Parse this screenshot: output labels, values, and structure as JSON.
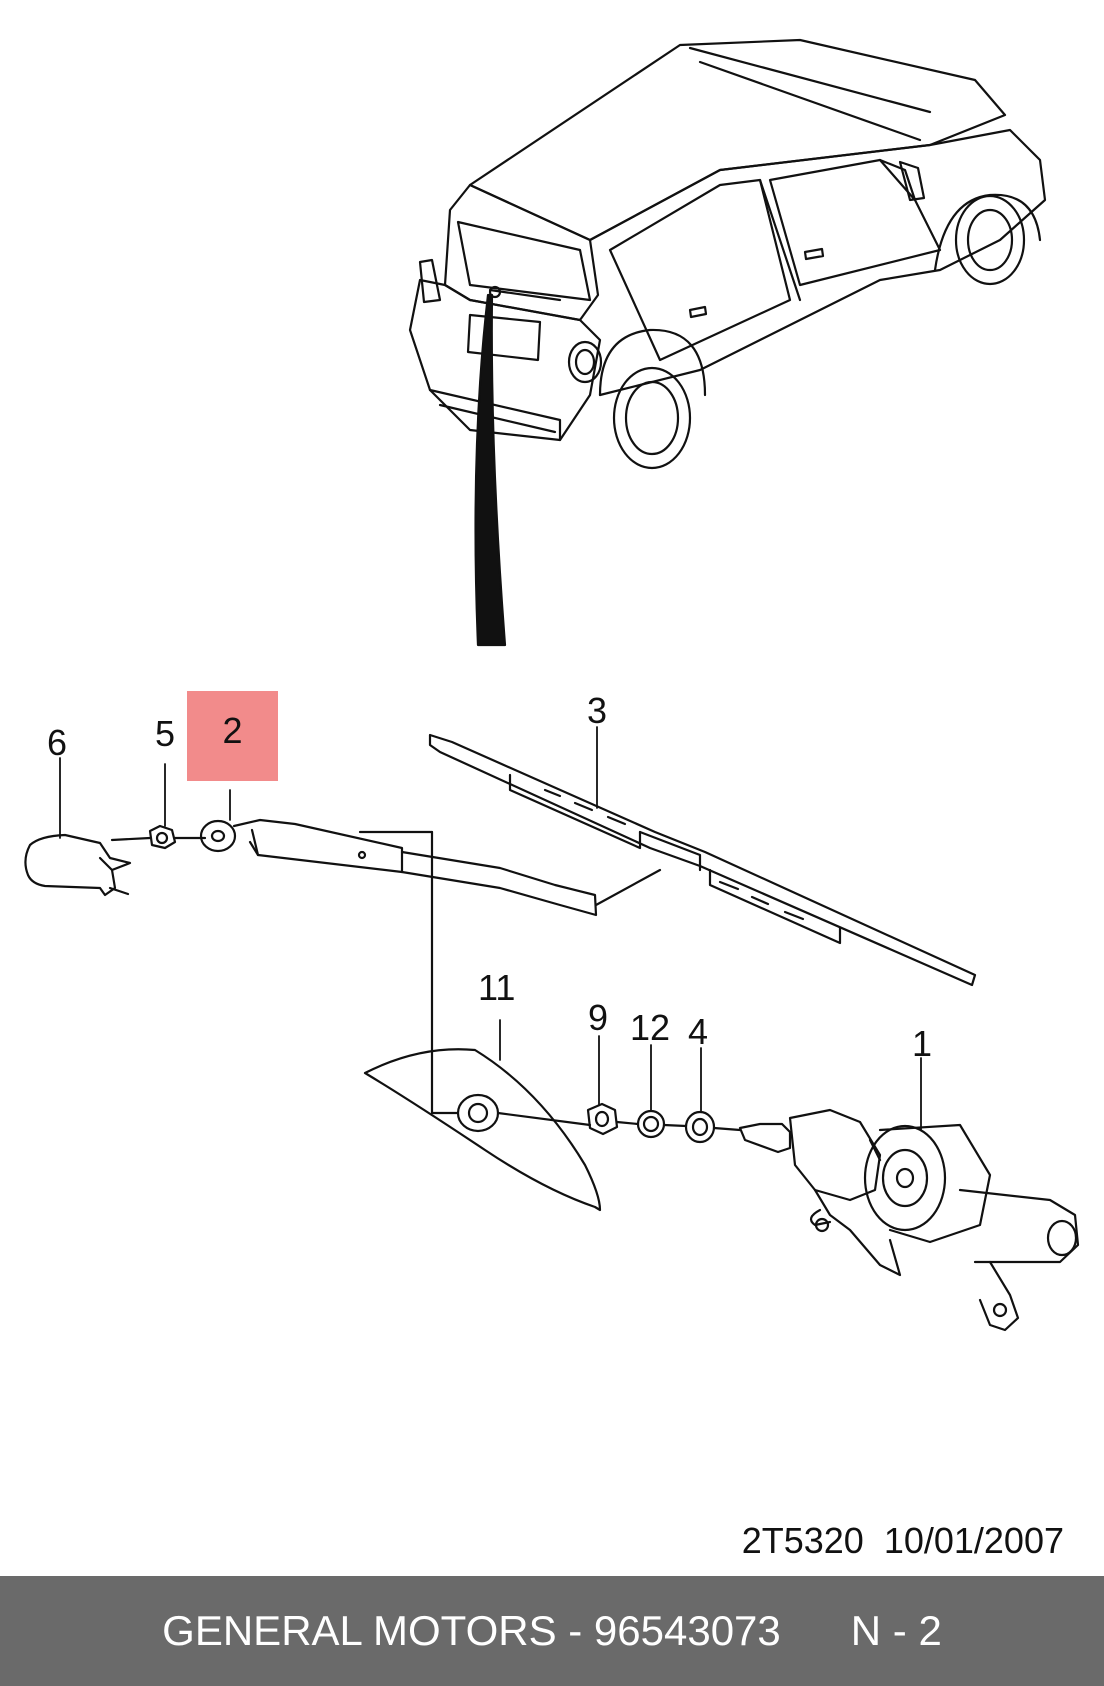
{
  "callouts": {
    "c1": "1",
    "c2": "2",
    "c3": "3",
    "c4": "4",
    "c5": "5",
    "c6": "6",
    "c9": "9",
    "c11": "11",
    "c12": "12"
  },
  "highlight_color": "#f28b8b",
  "reference": {
    "code": "2T5320",
    "date": "10/01/2007"
  },
  "footer": {
    "brand_part": "GENERAL MOTORS - 96543073",
    "page": "N - 2"
  }
}
